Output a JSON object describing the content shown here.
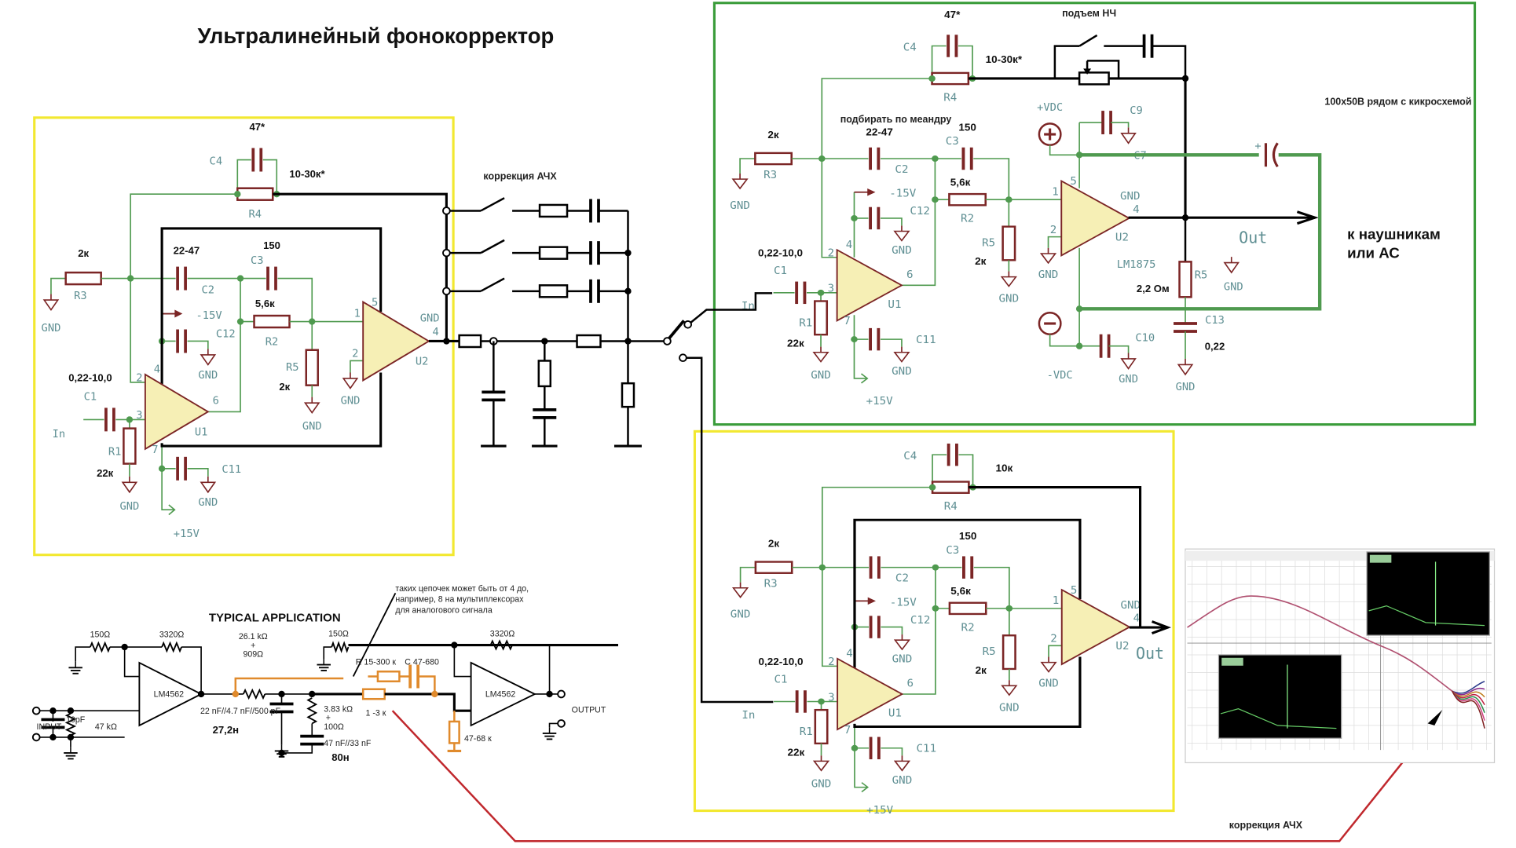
{
  "title": "Ультралинейный фонокорректор",
  "colors": {
    "wire_green": "#4f9a4f",
    "component": "#7b2525",
    "label": "#5f8f93",
    "frame_yellow": "#f2e830",
    "frame_green": "#3a9c3a",
    "arrow_red": "#c0282d",
    "orange": "#e08a2c",
    "opamp_fill": "#f6efb5"
  },
  "common": {
    "gnd": "GND",
    "c4": "C4",
    "r4": "R4",
    "r3": "R3",
    "c2": "C2",
    "c3": "C3",
    "c12": "C12",
    "r2": "R2",
    "r5": "R5",
    "u1": "U1",
    "u2": "U2",
    "c1": "C1",
    "r1": "R1",
    "c11": "C11",
    "in": "In",
    "neg15": "-15V",
    "pos15": "+15V",
    "pins": {
      "p1": "1",
      "p2": "2",
      "p3": "3",
      "p4": "4",
      "p5": "5",
      "p6": "6",
      "p7": "7"
    }
  },
  "blocks": [
    {
      "labels": {
        "c4": "47*",
        "r4": "10-30к*",
        "r3": "2к",
        "c2": "22-47",
        "c3": "150",
        "r2": "5,6к",
        "r5": "2к",
        "c1": "0,22-10,0",
        "r1": "22к"
      }
    },
    {
      "labels": {
        "c4": "47*",
        "r4": "10-30к*",
        "r3": "2к",
        "c2": "22-47",
        "c3": "150",
        "r2": "5,6к",
        "r5": "2к",
        "c1": "0,22-10,0",
        "r1": "22к"
      }
    },
    {
      "labels": {
        "r4": "10к",
        "r3": "2к",
        "c3": "150",
        "r2": "5,6к",
        "r5": "2к",
        "c1": "0,22-10,0",
        "r1": "22к"
      }
    }
  ],
  "correction": {
    "label": "коррекция АЧХ"
  },
  "output_stage": {
    "bass_boost": "подъем НЧ",
    "tune_note": "подбирать по меандру",
    "cap_note": "100х50В рядом с кикросхемой",
    "vdc_pos": "+VDC",
    "vdc_neg": "-VDC",
    "c9": "C9",
    "c7": "C7",
    "c10": "C10",
    "c13": "C13",
    "c13_value": "0,22",
    "r5": "R5",
    "r5_value": "2,2 Ом",
    "chip": "LM1875",
    "out": "Out",
    "destination_line1": "к наушникам",
    "destination_line2": "или АС"
  },
  "bottom_block": {
    "out": "Out"
  },
  "typical_application": {
    "title": "TYPICAL APPLICATION",
    "note": [
      "таких цепочек может быть от 4 до,",
      "например, 8 на мультиплексорах",
      "для аналогового сигнала"
    ],
    "r_in": "150Ω",
    "r_fb": "3320Ω",
    "r_series": "26.1 kΩ",
    "plus": "+",
    "r_series2": "909Ω",
    "r_in2": "150Ω",
    "r_fb2": "3320Ω",
    "opamp": "LM4562",
    "opamp2": "LM4562",
    "input": "INPUT",
    "c_in": "10pF",
    "r_gnd": "47 kΩ",
    "c_shunt": "22 nF//4.7 nF//500 pF",
    "c_shunt_note": "27,2н",
    "r_shunt": "3.83 kΩ",
    "r_shunt2": "100Ω",
    "c_shunt2": "47 nF//33 nF",
    "c_shunt2_note": "80н",
    "rc_r": "R 15-300 к",
    "rc_c": "C 47-680",
    "r_mid": "1 -3 к",
    "r_out": "47-68 к",
    "output": "OUTPUT"
  },
  "arrow_note": "коррекция АЧХ"
}
